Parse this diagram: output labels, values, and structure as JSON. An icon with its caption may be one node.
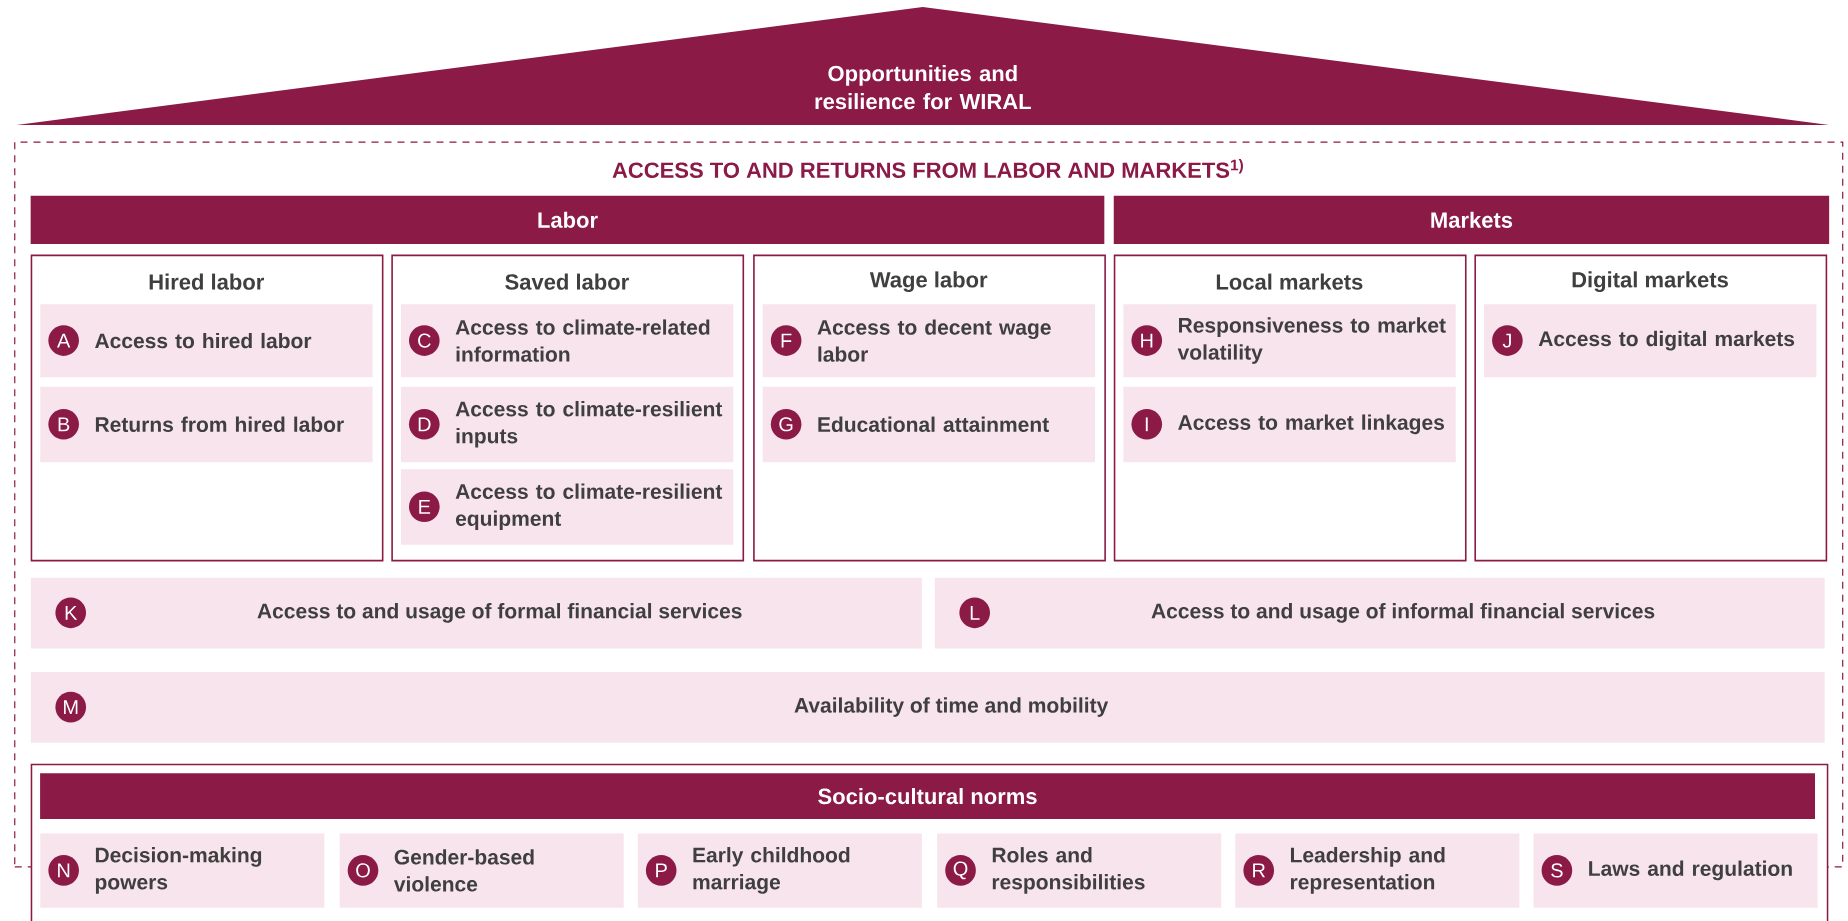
{
  "diagram": {
    "nodes": [
      {
        "text": [
          "Opportunities and resilience for WIRAL"
        ]
      },
      {
        "text": [
          "ACCESS TO AND RETURNS FROM LABOR AND MARKETS$^{1)}$"
        ]
      },
      {
        "text": [
          "Labor"
        ],
        "in": 1
      },
      {
        "text": [
          "Markets"
        ],
        "in": 1
      },
      {
        "text": [
          "Hired labor"
        ],
        "in": 1
      },
      {
        "text": [
          "A",
          "Access to hired labor"
        ],
        "in": 4
      },
      {
        "text": [
          "B",
          "Returns from hired labor"
        ],
        "in": 4
      },
      {
        "text": [
          "Saved labor"
        ],
        "in": 1
      },
      {
        "text": [
          "C",
          "Access to climate-related information"
        ],
        "in": 7
      },
      {
        "text": [
          "D",
          "Access to climate-resilient inputs"
        ],
        "in": 7
      },
      {
        "text": [
          "E",
          "Access to climate-resilient equipment"
        ],
        "in": 7
      },
      {
        "text": [
          "Wage labor"
        ],
        "in": 1
      },
      {
        "text": [
          "F",
          "Access to decent wage labor"
        ],
        "in": 11
      },
      {
        "text": [
          "G",
          "Educational attainment"
        ],
        "in": 11
      },
      {
        "text": [
          "Local markets"
        ],
        "in": 1
      },
      {
        "text": [
          "H",
          "Responsiveness to market volatility"
        ],
        "in": 14
      },
      {
        "text": [
          "I",
          "Access to market linkages"
        ],
        "in": 14
      },
      {
        "text": [
          "Digital markets"
        ],
        "in": 1
      },
      {
        "text": [
          "J",
          "Access to digital markets"
        ],
        "in": 17
      },
      {
        "text": [
          "K",
          "Access to and usage of formal financial services"
        ],
        "in": 1
      },
      {
        "text": [
          "L",
          "Access to and usage of informal financial services"
        ],
        "in": 1
      },
      {
        "text": [
          "M",
          "Availability of time and mobility"
        ],
        "in": 1
      },
      {
        "text": [
          "Socio-cultural norms"
        ]
      },
      {
        "text": [
          "N",
          "Decision-making powers"
        ],
        "in": 22
      },
      {
        "text": [
          "O",
          "Gender-based violence"
        ],
        "in": 22
      },
      {
        "text": [
          "P",
          "Early childhood marriage"
        ],
        "in": 22
      },
      {
        "text": [
          "Q",
          "Roles and responsibilities"
        ],
        "in": 22
      },
      {
        "text": [
          "R",
          "Leadership and representation"
        ],
        "in": 22
      },
      {
        "text": [
          "S",
          "Laws and regulation"
        ],
        "in": 22
      }
    ]
  }
}
